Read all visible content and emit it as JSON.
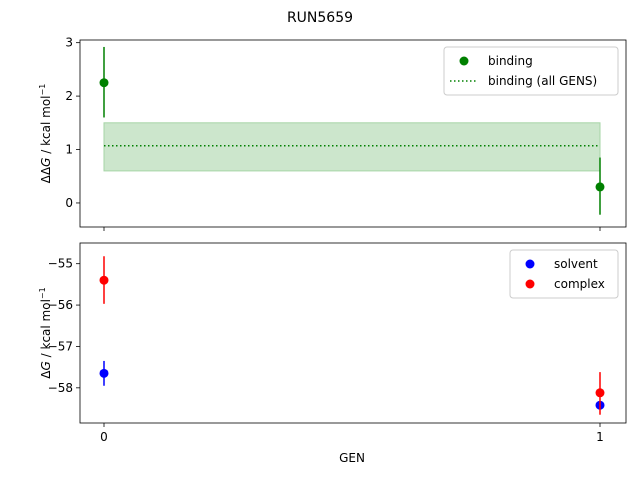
{
  "figure": {
    "title": "RUN5659",
    "xlabel": "GEN",
    "xticks": [
      0,
      1
    ]
  },
  "chart_data": [
    {
      "type": "scatter",
      "ylabel_main": "ΔΔ",
      "ylabel_italic": "G",
      "ylabel_unit": " / kcal mol",
      "ylabel_sup": "−1",
      "ylim": [
        -0.45,
        3.05
      ],
      "yticks": [
        0,
        1,
        2,
        3
      ],
      "legend_position": "upper right",
      "series": [
        {
          "name": "binding",
          "color": "#008000",
          "points": [
            {
              "x": 0,
              "y": 2.25,
              "err_low": 1.6,
              "err_high": 2.92
            },
            {
              "x": 1,
              "y": 0.3,
              "err_low": -0.22,
              "err_high": 0.85
            }
          ]
        }
      ],
      "aggregate": {
        "name": "binding (all GENS)",
        "color": "#008000",
        "fill": "#cce6cc",
        "x_range": [
          0,
          1
        ],
        "value": 1.07,
        "band": [
          0.6,
          1.5
        ]
      }
    },
    {
      "type": "scatter",
      "ylabel_main": "Δ",
      "ylabel_italic": "G",
      "ylabel_unit": " / kcal mol",
      "ylabel_sup": "−1",
      "ylim": [
        -58.85,
        -54.5
      ],
      "yticks": [
        -58,
        -57,
        -56,
        -55
      ],
      "ytick_labels": [
        "−58",
        "−57",
        "−56",
        "−55"
      ],
      "legend_position": "upper right",
      "series": [
        {
          "name": "solvent",
          "color": "#0000ff",
          "points": [
            {
              "x": 0,
              "y": -57.65,
              "err_low": -57.95,
              "err_high": -57.35
            },
            {
              "x": 1,
              "y": -58.42,
              "err_low": -58.42,
              "err_high": -58.42
            }
          ]
        },
        {
          "name": "complex",
          "color": "#ff0000",
          "points": [
            {
              "x": 0,
              "y": -55.4,
              "err_low": -55.97,
              "err_high": -54.82
            },
            {
              "x": 1,
              "y": -58.12,
              "err_low": -58.65,
              "err_high": -57.62
            }
          ]
        }
      ]
    }
  ]
}
